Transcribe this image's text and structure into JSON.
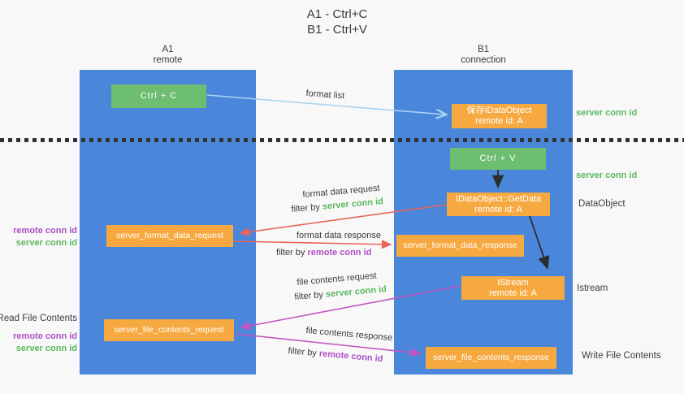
{
  "title": {
    "line1": "A1 - Ctrl+C",
    "line2": "B1 - Ctrl+V"
  },
  "columns": {
    "left": {
      "name": "A1",
      "role": "remote"
    },
    "right": {
      "name": "B1",
      "role": "connection"
    }
  },
  "boxes": {
    "ctrl_c": {
      "label": "Ctrl + C"
    },
    "save_idataobject": {
      "line1": "保存IDataObject",
      "line2": "remote id: A"
    },
    "ctrl_v": {
      "label": "Ctrl + V"
    },
    "getdata": {
      "line1": "IDataObject::GetData",
      "line2": "remote id: A"
    },
    "format_request": {
      "label": "server_format_data_request"
    },
    "format_response": {
      "label": "server_format_data_response"
    },
    "istream": {
      "line1": "IStream",
      "line2": "remote id: A"
    },
    "file_request": {
      "label": "server_file_contents_request"
    },
    "file_response": {
      "label": "server_file_contents_response"
    }
  },
  "middle_labels": {
    "format_list": "format list",
    "format_data_request": "format data request",
    "format_data_response": "format data response",
    "file_contents_request": "file contents request",
    "file_contents_response": "file contents response",
    "filter_prefix": "filter by ",
    "server_conn_id": "server conn id",
    "remote_conn_id": "remote conn id"
  },
  "side_labels": {
    "left_remote_conn_id": "remote conn id",
    "left_server_conn_id": "server conn id",
    "read_file_contents": "Read File Contents",
    "right_server_conn_id_top": "server conn id",
    "right_server_conn_id_mid": "server conn id",
    "dataobject": "DataObject",
    "istream": "Istream",
    "write_file_contents": "Write File Contents"
  },
  "colors": {
    "column_blue": "#4a86d9",
    "box_green": "#6ebe71",
    "box_orange": "#f7a941",
    "arrow_light_blue": "#a9d3f2",
    "arrow_red": "#e8655c",
    "arrow_magenta": "#c256c2",
    "arrow_black": "#2b2b2b",
    "text_green": "#5cb75e",
    "text_purple": "#ae4ec4",
    "background": "#f8f8f8"
  }
}
